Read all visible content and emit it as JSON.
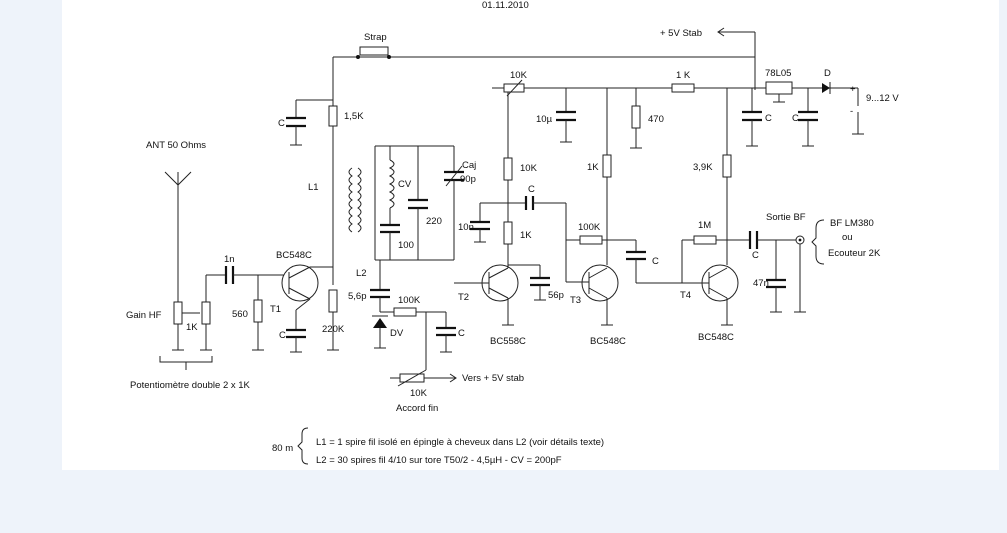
{
  "header": {
    "date": "01.11.2010"
  },
  "labels": {
    "supply_stab": "+ 5V Stab",
    "strap": "Strap",
    "reg": "78L05",
    "diode": "D",
    "supply_in": "9...12 V",
    "plus": "+",
    "minus": "-",
    "c": "C",
    "r_1k5": "1,5K",
    "r_10k": "10K",
    "r_1k": "1 K",
    "c_10u": "10µ",
    "r_470": "470",
    "ant": "ANT 50 Ohms",
    "l1": "L1",
    "l2": "L2",
    "cv": "CV",
    "caj": "Caj",
    "caj_val": "90p",
    "c_220": "220",
    "c_100": "100",
    "r_10k2": "10K",
    "r_1k2": "1K",
    "r_3k9": "3,9K",
    "sortie": "Sortie BF",
    "c_10n": "10n",
    "r_1k3": "1K",
    "r_100k": "100K",
    "r_1m": "1M",
    "bf_lm": "BF LM380",
    "ou": "ou",
    "ecouteur": "Ecouteur 2K",
    "c_1n": "1n",
    "t1_type": "BC548C",
    "t1": "T1",
    "gain": "Gain HF",
    "pot_1k": "1K",
    "r_560": "560",
    "r_220k": "220K",
    "c_5p6": "5,6p",
    "r_100k2": "100K",
    "dv": "DV",
    "t2": "T2",
    "c_56p": "56p",
    "t3": "T3",
    "t4": "T4",
    "c_47n": "47n",
    "t2_type": "BC558C",
    "t3_type": "BC548C",
    "t4_type": "BC548C",
    "pot_double": "Potentiomètre double 2 x 1K",
    "vers": "Vers + 5V stab",
    "pot_10k": "10K",
    "accord": "Accord fin"
  },
  "notes": {
    "band": "80 m",
    "line1": "L1 = 1 spire fil isolé en épingle à cheveux dans L2  (voir détails texte)",
    "line2": "L2 = 30 spires fil 4/10 sur tore T50/2 - 4,5µH  - CV = 200pF"
  }
}
